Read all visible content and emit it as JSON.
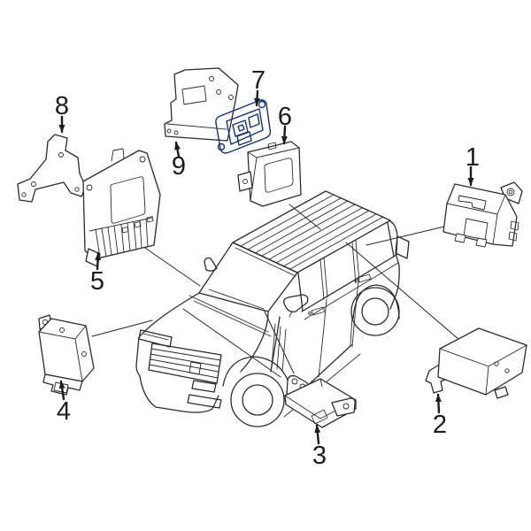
{
  "diagram": {
    "kind": "vehicle-parts-diagram",
    "vehicle": "suv-three-quarter-front-line-art",
    "colors": {
      "background": "#ffffff",
      "line": "#2b2b2b",
      "callout_text": "#1c1c1c"
    },
    "highlight": {
      "selected_part": "7",
      "fill": "#4a74b8",
      "fill_dark": "#2a52a0",
      "fill_light": "#cdd9ef",
      "outline": "#16336f"
    },
    "callouts": [
      {
        "label": "1"
      },
      {
        "label": "2"
      },
      {
        "label": "3"
      },
      {
        "label": "4"
      },
      {
        "label": "5"
      },
      {
        "label": "6"
      },
      {
        "label": "7"
      },
      {
        "label": "8"
      },
      {
        "label": "9"
      }
    ]
  }
}
